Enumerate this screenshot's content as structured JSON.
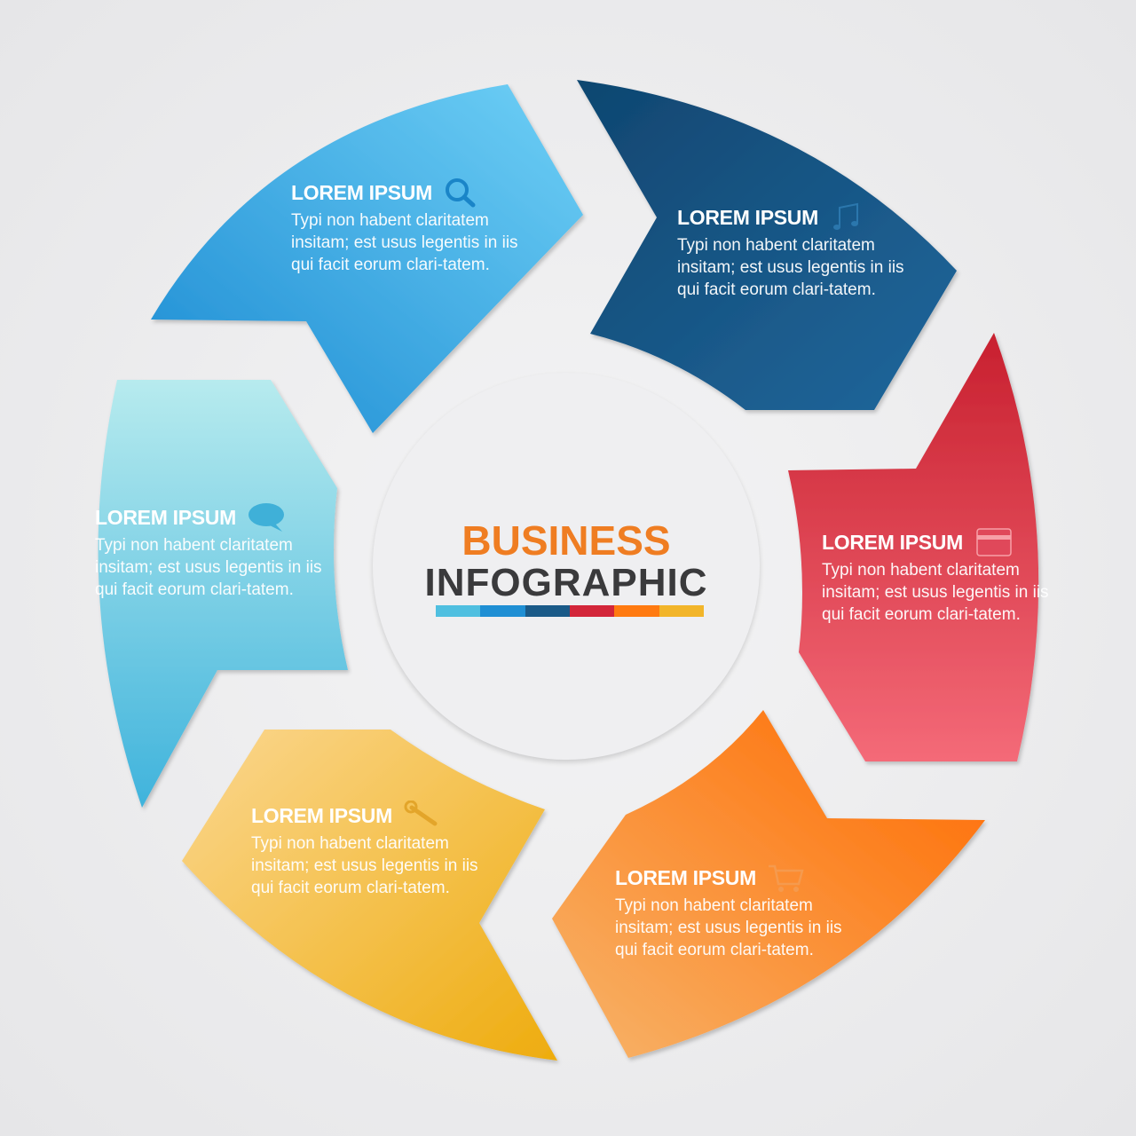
{
  "center": {
    "line1": "BUSINESS",
    "line2": "INFOGRAPHIC",
    "bar_colors": [
      "#4fbfe0",
      "#1f8fd4",
      "#1a5a88",
      "#d3263a",
      "#ff7a10",
      "#f2b52a"
    ]
  },
  "segments": [
    {
      "title": "LOREM IPSUM",
      "icon": "magnifier-icon",
      "body": "Typi non habent claritatem insitam; est usus legentis in iis qui facit eorum clari-tatem.",
      "color": "#2a9fe0"
    },
    {
      "title": "LOREM IPSUM",
      "icon": "music-note-icon",
      "body": "Typi non habent claritatem insitam; est usus legentis in iis qui facit eorum clari-tatem.",
      "color": "#1a5a88"
    },
    {
      "title": "LOREM IPSUM",
      "icon": "credit-card-icon",
      "body": "Typi non habent claritatem insitam; est usus legentis in iis qui facit eorum clari-tatem.",
      "color": "#d3263a"
    },
    {
      "title": "LOREM IPSUM",
      "icon": "shopping-cart-icon",
      "body": "Typi non habent claritatem insitam; est usus legentis in iis qui facit eorum clari-tatem.",
      "color": "#ff7a10"
    },
    {
      "title": "LOREM IPSUM",
      "icon": "wrench-icon",
      "body": "Typi non habent claritatem insitam; est usus legentis in iis qui facit eorum clari-tatem.",
      "color": "#f2b52a"
    },
    {
      "title": "LOREM IPSUM",
      "icon": "speech-bubble-icon",
      "body": "Typi non habent claritatem insitam; est usus legentis in iis qui facit eorum clari-tatem.",
      "color": "#4fbfe0"
    }
  ]
}
